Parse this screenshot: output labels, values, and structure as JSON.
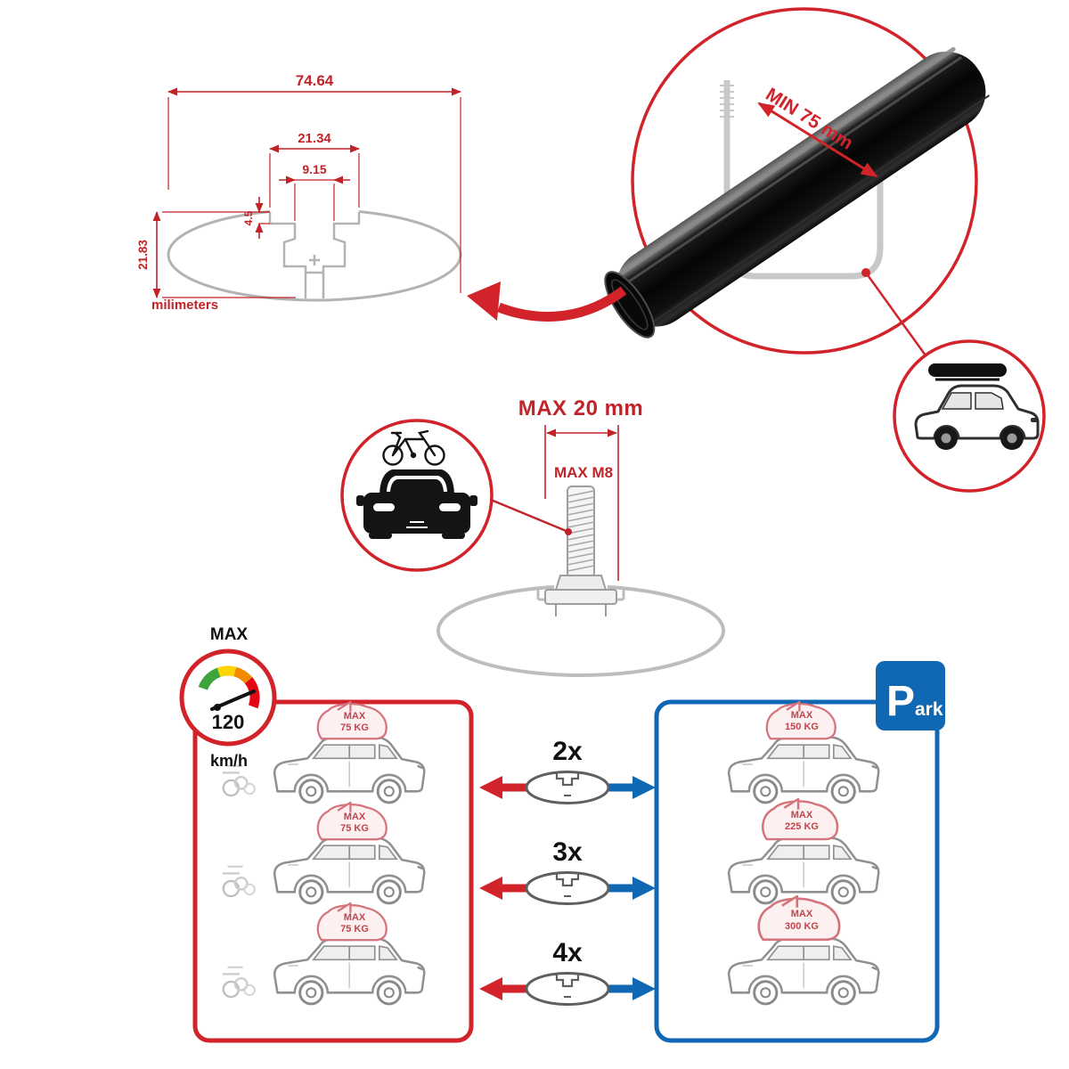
{
  "profile_drawing": {
    "dim_total_width": "74.64",
    "dim_slot_outer_width": "21.34",
    "dim_slot_inner_width": "9.15",
    "dim_lip_height": "4.5",
    "dim_profile_height": "21.83",
    "units_label": "milimeters"
  },
  "bar_closeup": {
    "min_span_label": "MIN 75 mm"
  },
  "bolt_spec": {
    "max_length_label": "MAX 20 mm",
    "max_thread_label": "MAX M8"
  },
  "speedometer": {
    "top_label": "MAX",
    "value": "120",
    "unit": "km/h"
  },
  "park_sign": {
    "letter_large": "P",
    "letters_small": "ark"
  },
  "load_panels": {
    "left_cars": [
      {
        "bag_line1": "MAX",
        "bag_line2": "75 KG"
      },
      {
        "bag_line1": "MAX",
        "bag_line2": "75 KG"
      },
      {
        "bag_line1": "MAX",
        "bag_line2": "75 KG"
      }
    ],
    "right_cars": [
      {
        "bag_line1": "MAX",
        "bag_line2": "150 KG"
      },
      {
        "bag_line1": "MAX",
        "bag_line2": "225 KG"
      },
      {
        "bag_line1": "MAX",
        "bag_line2": "300 KG"
      }
    ],
    "quantities": [
      "2x",
      "3x",
      "4x"
    ]
  },
  "colors": {
    "accent_red": "#c22329",
    "bright_red": "#d2232a",
    "accent_blue": "#1068b4",
    "drawing_gray": "#b3b3b3"
  }
}
